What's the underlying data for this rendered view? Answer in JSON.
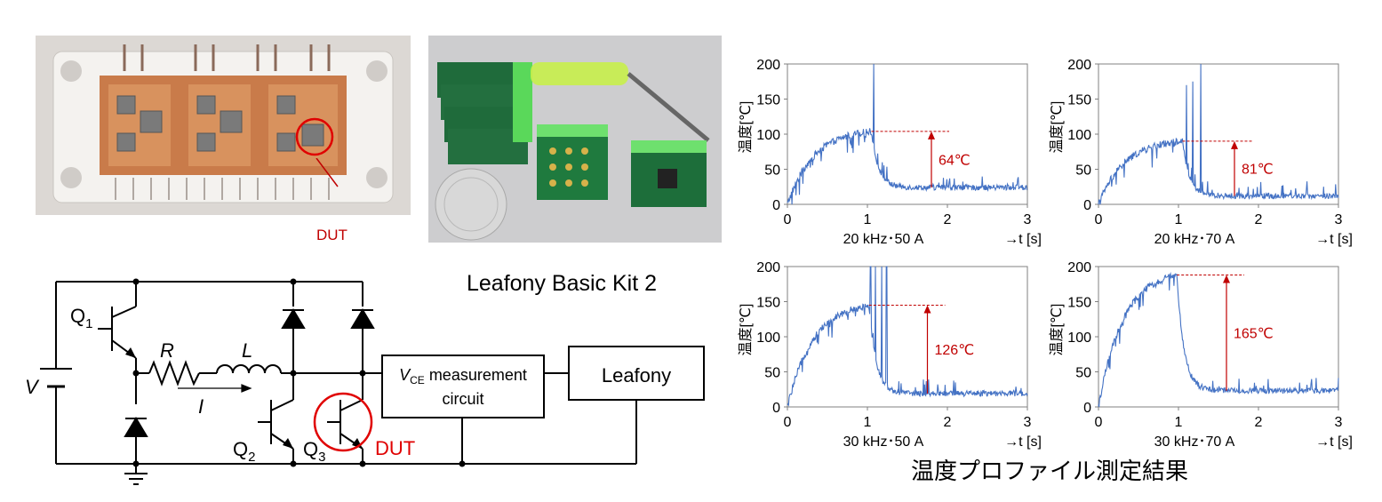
{
  "photos": {
    "module_label": "DUT",
    "kit_caption": "Leafony Basic Kit 2"
  },
  "schematic": {
    "v_label": "V",
    "r_label": "R",
    "l_label": "L",
    "i_label": "I",
    "q1_label": "Q",
    "q1_sub": "1",
    "q2_label": "Q",
    "q2_sub": "2",
    "q3_label": "Q",
    "q3_sub": "3",
    "dut_label": "DUT",
    "vce_box_prefix": "V",
    "vce_box_sub": "CE",
    "vce_box_line1_rest": " measurement",
    "vce_box_line2": "circuit",
    "leafony_box": "Leafony"
  },
  "figure_caption": "温度プロファイル測定結果",
  "colors": {
    "series": "#4472c4",
    "annotation": "#c00000",
    "dut_circle": "#e00000",
    "axis": "#808080"
  },
  "chart_data": [
    {
      "type": "line",
      "ylabel": "温度[℃]",
      "xlabel_condition": "20 kHz･50 A",
      "xlabel_axis": "→t [s]",
      "xlim": [
        0,
        3
      ],
      "ylim": [
        0,
        200
      ],
      "xticks": [
        "0",
        "1",
        "2",
        "3"
      ],
      "yticks": [
        "0",
        "50",
        "100",
        "150",
        "200"
      ],
      "peak_time": 1.05,
      "peak_temp": 104,
      "final_temp": 24,
      "spikes": [
        [
          1.08,
          200
        ]
      ],
      "annotation": "64℃",
      "annotation_x": 1.8
    },
    {
      "type": "line",
      "ylabel": "温度[℃]",
      "xlabel_condition": "20 kHz･70 A",
      "xlabel_axis": "→t [s]",
      "xlim": [
        0,
        3
      ],
      "ylim": [
        0,
        200
      ],
      "xticks": [
        "0",
        "1",
        "2",
        "3"
      ],
      "yticks": [
        "0",
        "50",
        "100",
        "150",
        "200"
      ],
      "peak_time": 1.05,
      "peak_temp": 90,
      "final_temp": 12,
      "spikes": [
        [
          1.1,
          170
        ],
        [
          1.18,
          175
        ],
        [
          1.28,
          200
        ]
      ],
      "annotation": "81℃",
      "annotation_x": 1.7
    },
    {
      "type": "line",
      "ylabel": "温度[℃]",
      "xlabel_condition": "30 kHz･50 A",
      "xlabel_axis": "→t [s]",
      "xlim": [
        0,
        3
      ],
      "ylim": [
        0,
        200
      ],
      "xticks": [
        "0",
        "1",
        "2",
        "3"
      ],
      "yticks": [
        "0",
        "50",
        "100",
        "150",
        "200"
      ],
      "peak_time": 1.02,
      "peak_temp": 145,
      "final_temp": 19,
      "spikes": [
        [
          1.04,
          200
        ],
        [
          1.1,
          200
        ],
        [
          1.18,
          200
        ],
        [
          1.24,
          200
        ]
      ],
      "annotation": "126℃",
      "annotation_x": 1.75
    },
    {
      "type": "line",
      "ylabel": "温度[℃]",
      "xlabel_condition": "30 kHz･70 A",
      "xlabel_axis": "→t [s]",
      "xlim": [
        0,
        3
      ],
      "ylim": [
        0,
        200
      ],
      "xticks": [
        "0",
        "1",
        "2",
        "3"
      ],
      "yticks": [
        "0",
        "50",
        "100",
        "150",
        "200"
      ],
      "peak_time": 0.98,
      "peak_temp": 188,
      "final_temp": 23,
      "spikes": [],
      "annotation": "165℃",
      "annotation_x": 1.6
    }
  ]
}
